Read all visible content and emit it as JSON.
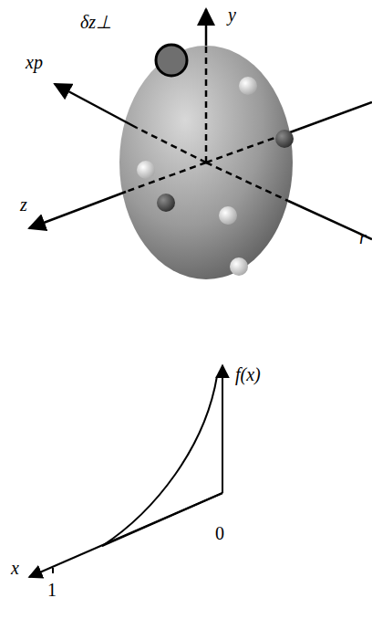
{
  "diagram": {
    "labels": [
      "y",
      "δz⊥",
      "xp",
      "z",
      "r",
      "f(x)",
      "0",
      "x",
      "1"
    ]
  }
}
